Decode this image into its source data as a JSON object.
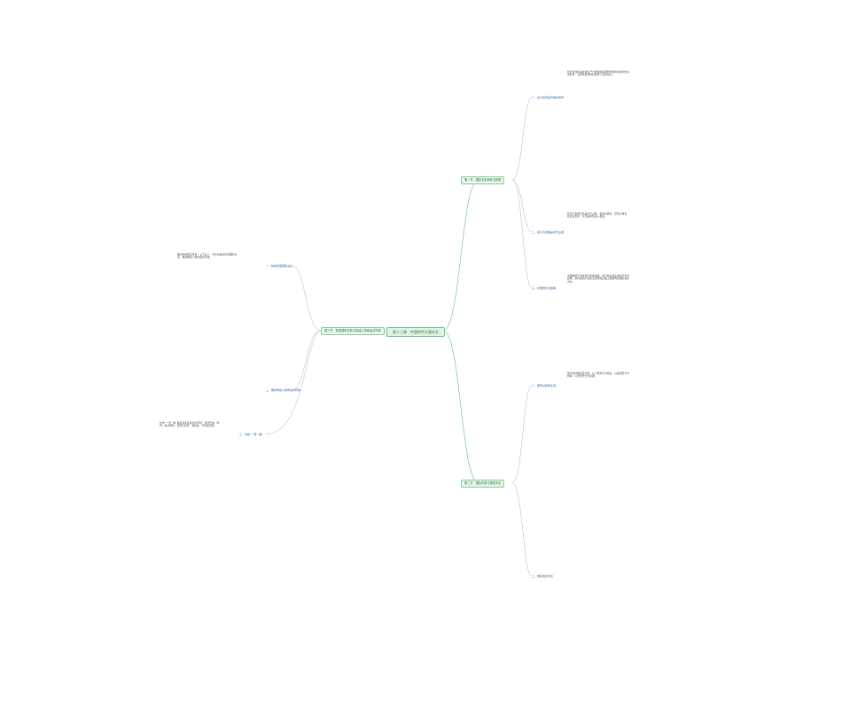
{
  "center": "第十三章　中国特色大国外交",
  "branches": [
    {
      "id": "b1",
      "label": "第一节　国际关系和外交政策"
    },
    {
      "id": "b2",
      "label": "第二节　国际形势与国家安全"
    },
    {
      "id": "b3",
      "label": "第三节　新型国际关系与构建人类命运共同体"
    }
  ],
  "topics": [
    {
      "label": "一、当今世界是开放的世界"
    },
    {
      "label": "二、和平与发展是时代主题"
    },
    {
      "label": "三、中国的外交政策"
    },
    {
      "label": "一、国家总体安全观"
    },
    {
      "label": "二、维护国家安全"
    },
    {
      "label": "一、构建新型国际关系"
    },
    {
      "label": "二、推动构建人类命运共同体"
    },
    {
      "label": "三、共建“一带一路”"
    }
  ],
  "blocks": [
    {
      "text": "经济全球化是社会生产力发展的客观要求和科技进步的必然结果，为世界经济增长提供了强劲动力。"
    },
    {
      "text": "和平与发展仍然是时代主题，世界多极化、经济全球化、社会信息化、文化多样化深入发展。"
    },
    {
      "text": "中国始终不渝走和平发展道路，奉行独立自主的和平外交政策，坚持在和平共处五项原则基础上发展同各国的友好合作。"
    },
    {
      "text": "坚持总体国家安全观，以人民安全为宗旨，以政治安全为根本，以经济安全为基础。"
    },
    {
      "text": "推动构建相互尊重、公平正义、合作共赢的新型国际关系，推动构建人类命运共同体。"
    },
    {
      "text": "共建“一带一路”秉持共商共建共享原则，坚持开放、绿色、廉洁理念，实现高标准、惠民生、可持续目标。"
    }
  ]
}
